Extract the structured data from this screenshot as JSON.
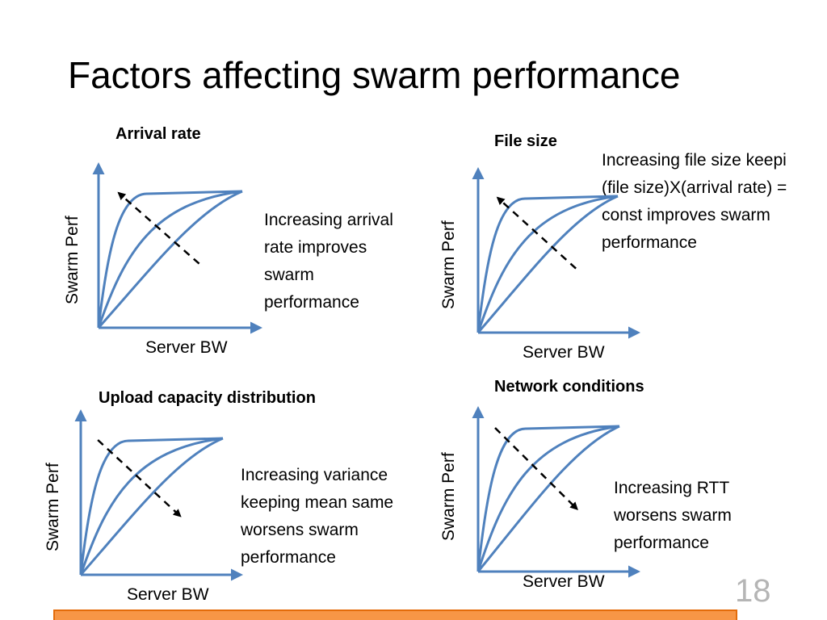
{
  "slide": {
    "title": "Factors affecting swarm performance",
    "page_number": "18"
  },
  "axis": {
    "x_label": "Server BW",
    "y_label": "Swarm Perf"
  },
  "colors": {
    "curve": "#4f81bd",
    "arrow": "#000000",
    "footer_fill": "#f79646",
    "footer_border": "#e46c0a"
  },
  "panels": [
    {
      "id": "arrival-rate",
      "title": "Arrival rate",
      "description": [
        "Increasing arrival",
        "rate improves",
        "swarm",
        "performance"
      ],
      "trend_arrow": "up-left"
    },
    {
      "id": "file-size",
      "title": "File size",
      "description": [
        "Increasing file size keepi",
        "(file size)X(arrival rate) =",
        "const improves swarm",
        "performance"
      ],
      "trend_arrow": "up-left"
    },
    {
      "id": "upload-capacity",
      "title": "Upload capacity distribution",
      "description": [
        "Increasing variance",
        "keeping mean same",
        "worsens swarm",
        "performance"
      ],
      "trend_arrow": "down-right"
    },
    {
      "id": "network-conditions",
      "title": "Network conditions",
      "description": [
        "Increasing RTT",
        "worsens swarm",
        "performance"
      ],
      "trend_arrow": "down-right"
    }
  ]
}
